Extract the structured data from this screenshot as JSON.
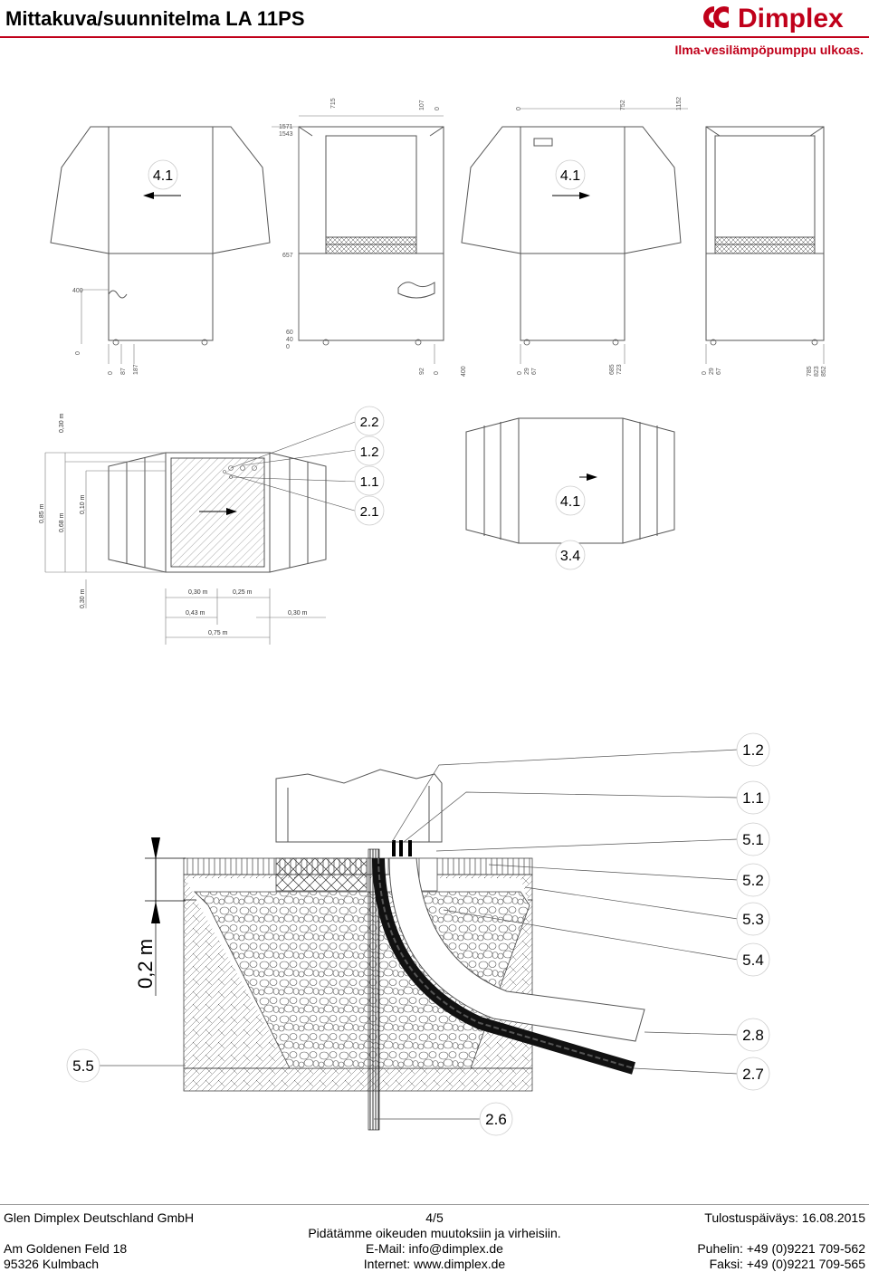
{
  "header": {
    "title": "Mittakuva/suunnitelma LA 11PS",
    "brand": "Dimplex",
    "subtitle": "Ilma-vesilämpöpumppu ulkoas."
  },
  "elevation": {
    "callout_left": "4.1",
    "callout_right": "4.1",
    "dims": {
      "d715": "715",
      "d107": "107",
      "d0a": "0",
      "d0b": "0",
      "d752": "752",
      "d1152": "1152",
      "d1571": "1571",
      "d1543": "1543",
      "d657": "657",
      "d400a": "400",
      "d60": "60",
      "d40": "40",
      "d0c": "0",
      "d0d": "0",
      "d0e": "0",
      "d87": "87",
      "d187": "187",
      "d92": "92",
      "d0f": "0",
      "d400b": "400",
      "d0g": "0",
      "d29a": "29",
      "d67a": "67",
      "d685": "685",
      "d723": "723",
      "d0h": "0",
      "d29b": "29",
      "d67b": "67",
      "d785": "785",
      "d823": "823",
      "d852": "852"
    }
  },
  "plan": {
    "v030_top": "0,30 m",
    "v085": "0,85 m",
    "v068": "0,68 m",
    "v010": "0,10 m",
    "v030_bottom": "0,30 m",
    "h030": "0,30 m",
    "h025": "0,25 m",
    "h043": "0,43 m",
    "h030b": "0,30 m",
    "h075": "0,75 m",
    "callouts": [
      "2.2",
      "1.2",
      "1.1",
      "2.1"
    ],
    "callout_41": "4.1",
    "callout_34": "3.4"
  },
  "section": {
    "depth_label": "0,2 m",
    "callouts_right": [
      "1.2",
      "1.1",
      "5.1",
      "5.2",
      "5.3",
      "5.4",
      "2.8",
      "2.7"
    ],
    "callout_55": "5.5",
    "callout_26": "2.6"
  },
  "footer": {
    "company": "Glen Dimplex Deutschland GmbH",
    "street": "Am Goldenen Feld 18",
    "city": "95326 Kulmbach",
    "page": "4/5",
    "rights": "Pidätämme oikeuden muutoksiin ja virheisiin.",
    "email": "E-Mail: info@dimplex.de",
    "web": "Internet: www.dimplex.de",
    "date": "Tulostuspäiväys: 16.08.2015",
    "phone": "Puhelin: +49 (0)9221 709-562",
    "fax": "Faksi: +49 (0)9221 709-565"
  },
  "colors": {
    "accent": "#c0001a"
  }
}
